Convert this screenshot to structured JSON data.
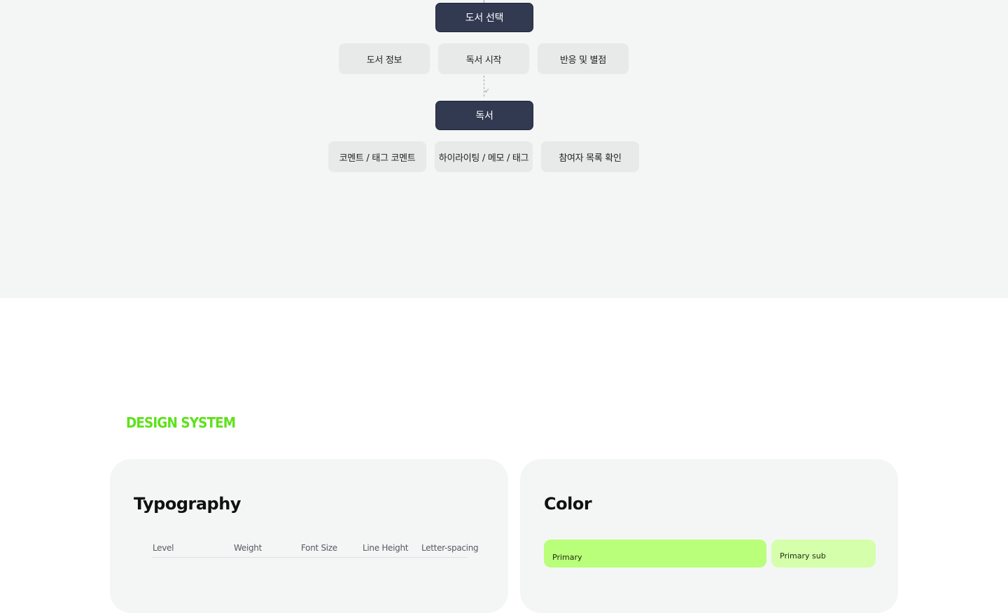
{
  "flowchart": {
    "node_select": "도서 선택",
    "row1": [
      "도서 정보",
      "독서 시작",
      "반응 및 별점"
    ],
    "node_reading": "독서",
    "row2": [
      "코멘트 / 태그 코멘트",
      "하이라이팅 / 메모 / 태그",
      "참여자 목록 확인"
    ]
  },
  "design_system": {
    "section_title": "DESIGN SYSTEM",
    "typography": {
      "title": "Typography",
      "columns": [
        "Level",
        "Weight",
        "Font Size",
        "Line Height",
        "Letter-spacing"
      ]
    },
    "color": {
      "title": "Color",
      "swatches": [
        {
          "label": "Primary",
          "hex": "#b9ff79"
        },
        {
          "label": "Primary sub",
          "hex": "#d5ffab"
        }
      ]
    }
  },
  "colors": {
    "accent_green": "#5fe11b",
    "dark_node": "#323a52",
    "light_node": "#e8e9e9",
    "panel_bg": "#f4f6f6"
  }
}
